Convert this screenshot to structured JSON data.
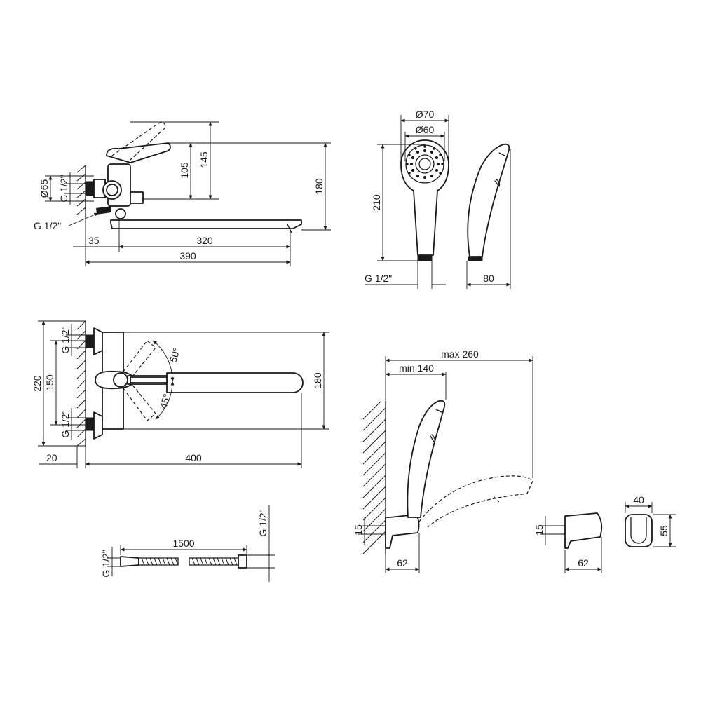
{
  "side_view": {
    "h_145": "145",
    "h_105": "105",
    "h_180": "180",
    "d_65": "Ø65",
    "thread_left": "G 1/2\"",
    "thread_outlet": "G 1/2\"",
    "w_35": "35",
    "w_320": "320",
    "w_390": "390"
  },
  "hand_shower": {
    "d_70": "Ø70",
    "d_60": "Ø60",
    "h_210": "210",
    "thread": "G 1/2\"",
    "w_80": "80"
  },
  "top_view": {
    "h_220": "220",
    "h_150": "150",
    "h_180": "180",
    "thread_top": "G 1/2\"",
    "thread_bottom": "G 1/2\"",
    "angle_50": "50°",
    "angle_45": "45°",
    "w_20": "20",
    "w_400": "400"
  },
  "holder_view": {
    "max": "max 260",
    "min": "min 140",
    "h_15": "15",
    "w_62": "62"
  },
  "bracket_view": {
    "h_15": "15",
    "w_62": "62",
    "w_40": "40",
    "h_55": "55"
  },
  "hose": {
    "length": "1500",
    "thread_left": "G 1/2\"",
    "thread_right": "G 1/2\""
  }
}
